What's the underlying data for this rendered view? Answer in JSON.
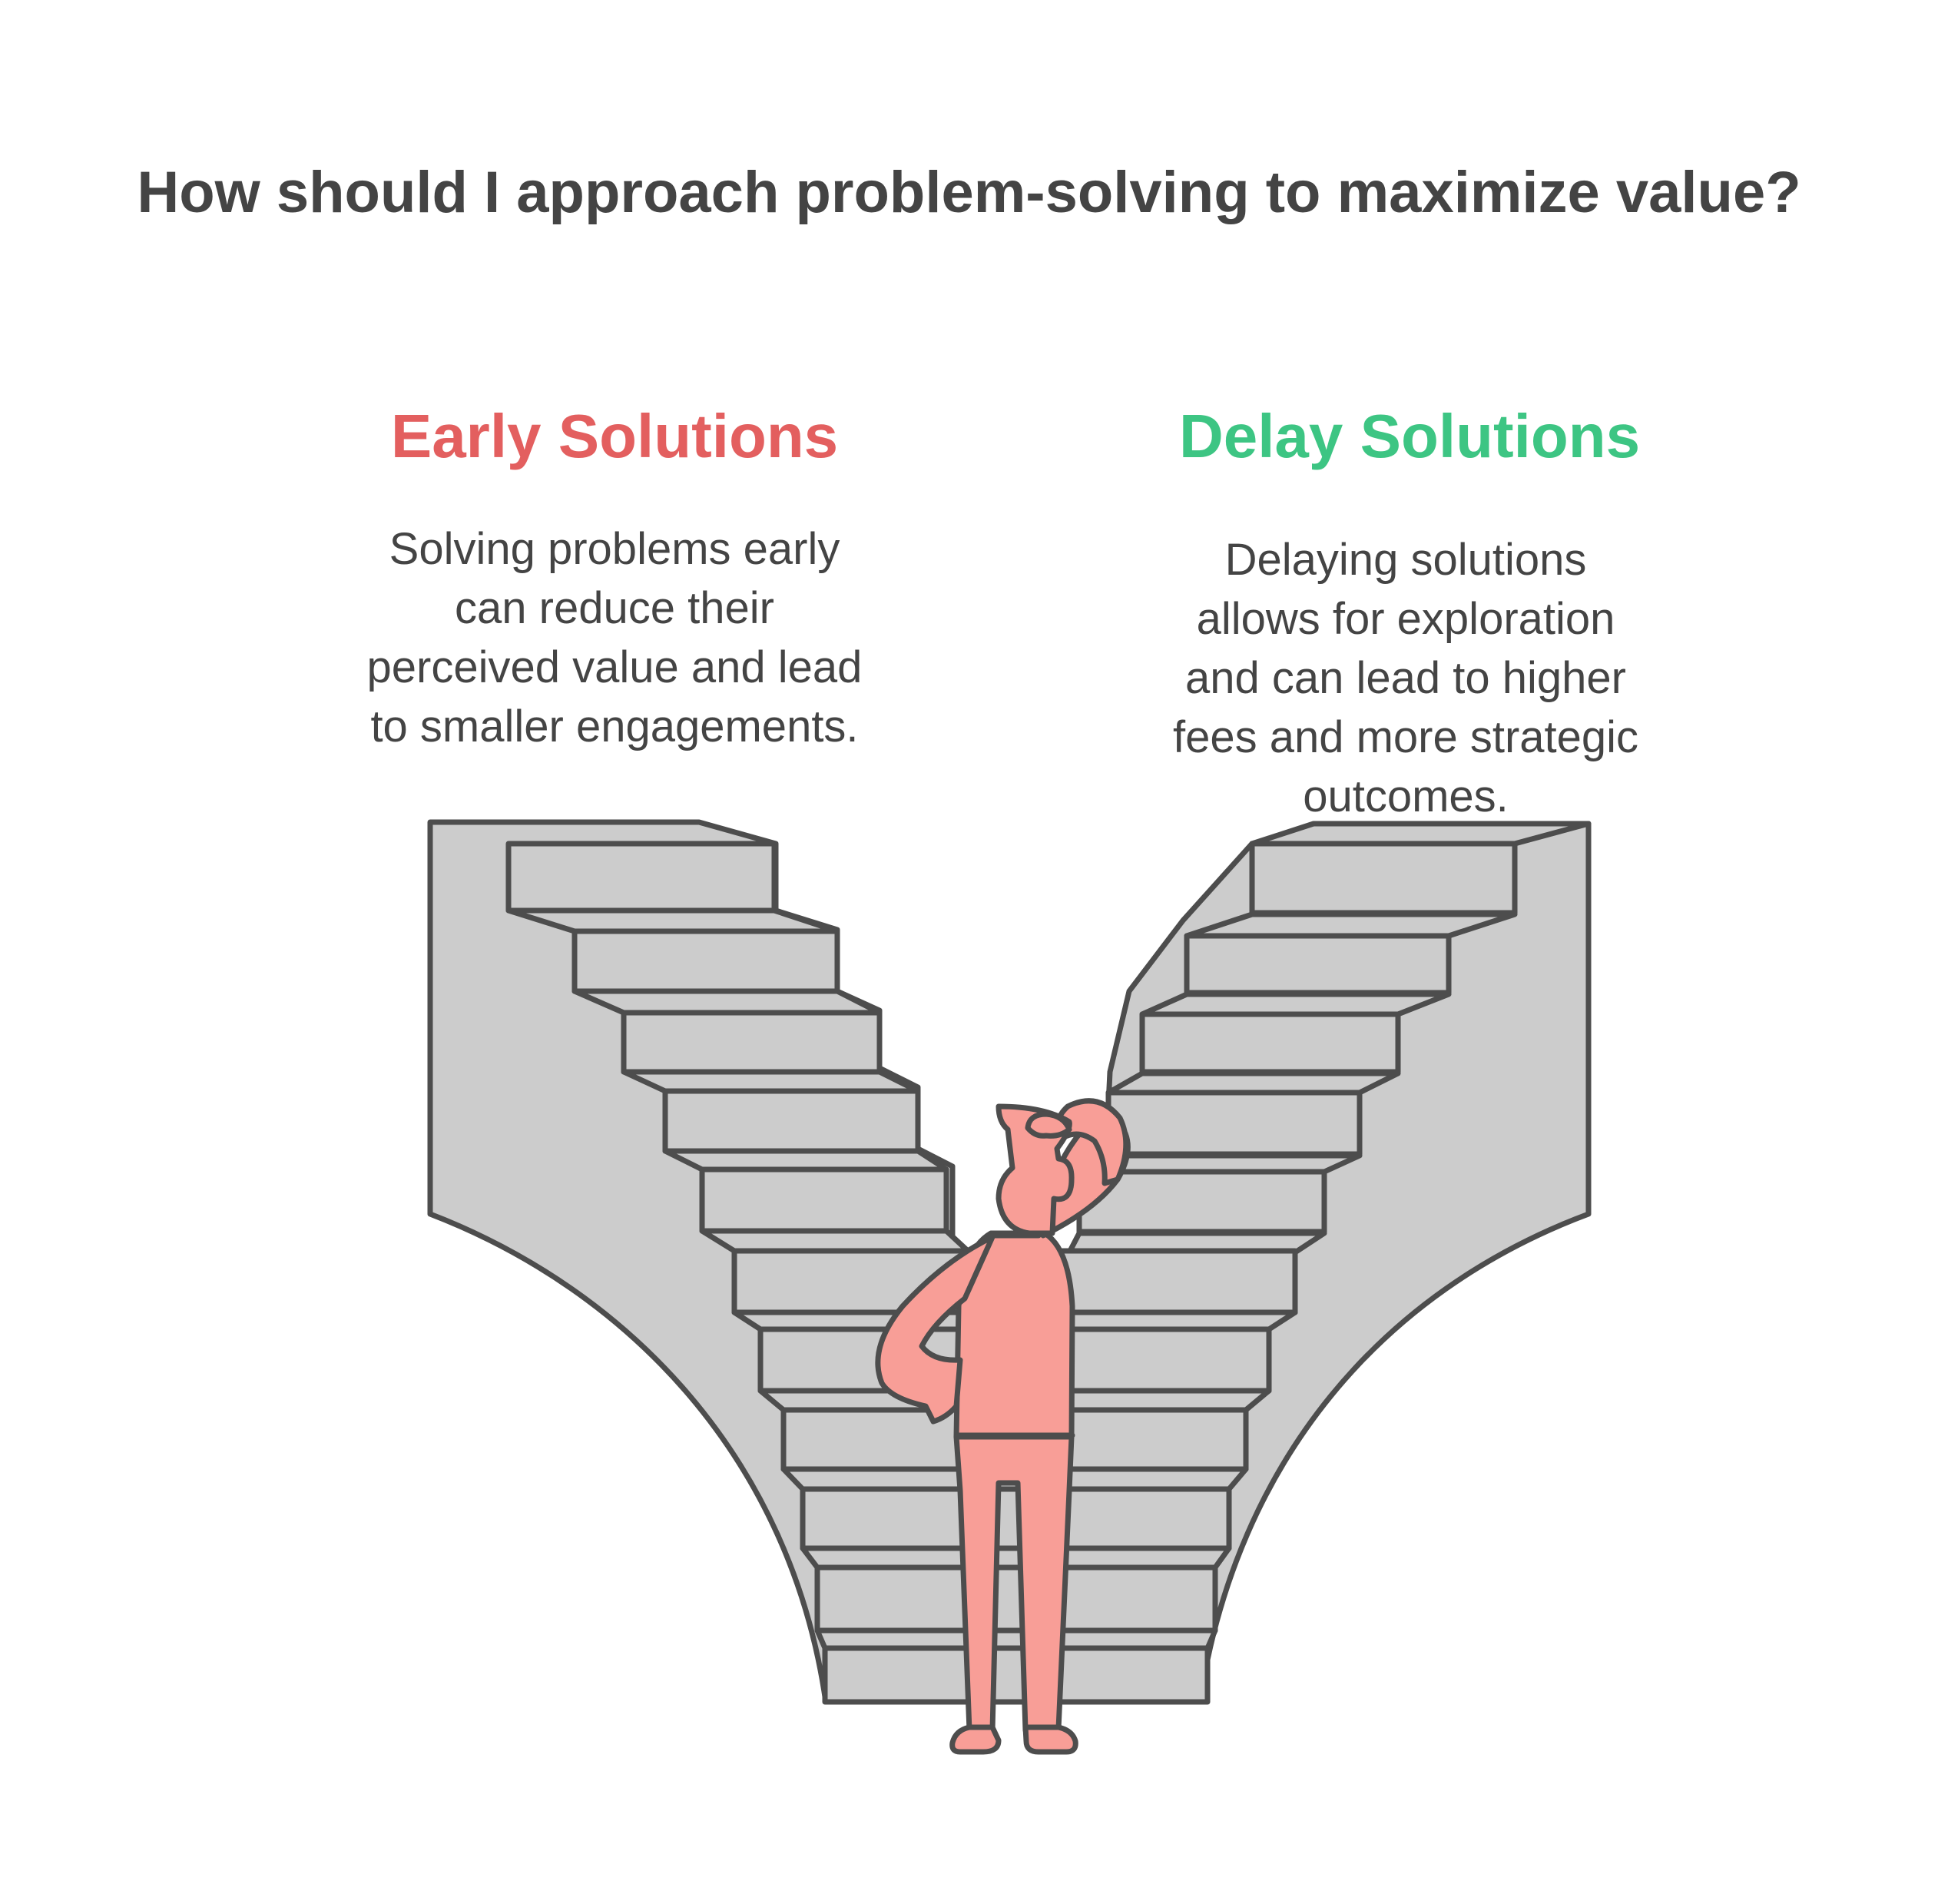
{
  "title": "How should I approach problem-solving to maximize value?",
  "early": {
    "heading": "Early Solutions",
    "lines": [
      "Solving problems early",
      "can reduce their",
      "perceived value and lead",
      "to smaller engagements."
    ]
  },
  "delay": {
    "heading": "Delay Solutions",
    "lines": [
      "Delaying solutions",
      "allows for exploration",
      "and can lead to higher",
      "fees and more strategic",
      "outcomes."
    ]
  },
  "colors": {
    "early_heading": "#e35f5f",
    "delay_heading": "#3dc583",
    "text": "#444444",
    "stair_fill": "#cccccc",
    "stair_outline": "#4d4d4d",
    "person_fill": "#f89e97"
  }
}
